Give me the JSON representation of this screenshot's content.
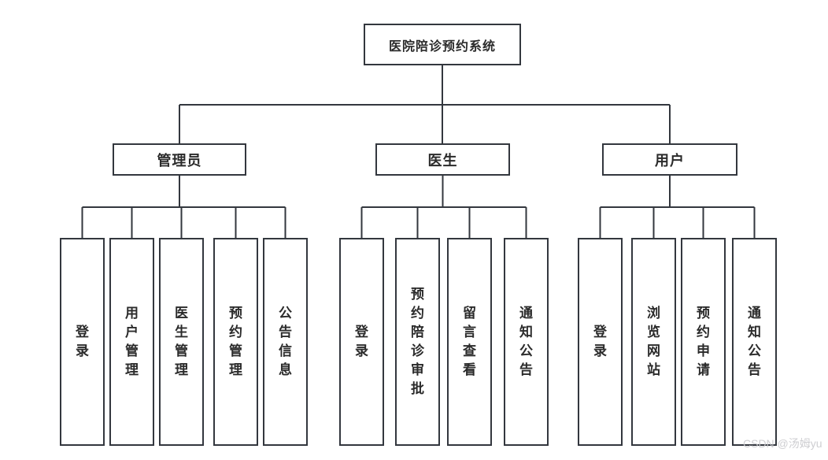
{
  "title": "医院陪诊预约系统",
  "watermark": "CSDN @汤姆yu",
  "colors": {
    "line": "#33373e",
    "text": "#2b2b2b",
    "box_background": "#ffffff",
    "watermark": "#c9c9cd"
  },
  "tree": {
    "root": "医院陪诊预约系统",
    "groups": [
      {
        "label": "管理员",
        "children": [
          "登录",
          "用户管理",
          "医生管理",
          "预约管理",
          "公告信息"
        ]
      },
      {
        "label": "医生",
        "children": [
          "登录",
          "预约陪诊审批",
          "留言查看",
          "通知公告"
        ]
      },
      {
        "label": "用户",
        "children": [
          "登录",
          "浏览网站",
          "预约申请",
          "通知公告"
        ]
      }
    ]
  }
}
